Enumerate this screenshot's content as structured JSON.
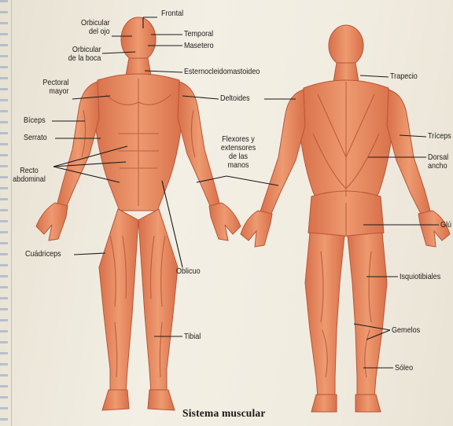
{
  "caption": "Sistema muscular",
  "labels": {
    "frontal": "Frontal",
    "orbicular_ojo": "Orbicular\ndel ojo",
    "temporal": "Temporal",
    "orbicular_boca": "Orbicular\nde la boca",
    "masetero": "Masetero",
    "esternocleidomastoideo": "Esternocleidomastoideo",
    "pectoral_mayor": "Pectoral\nmayor",
    "deltoides": "Deltoides",
    "biceps": "Bíceps",
    "serrato": "Serrato",
    "flexores": "Flexores y\nextensores\nde las\nmanos",
    "recto_abdominal": "Recto\nabdominal",
    "cuadriceps": "Cuádriceps",
    "oblicuo": "Oblicuo",
    "tibial": "Tibial",
    "trapecio": "Trapecio",
    "triceps": "Tríceps",
    "dorsal_ancho": "Dorsal\nancho",
    "gluteo": "Glú",
    "isquiotibiales": "Isquiotibiales",
    "gemelos": "Gemelos",
    "soleo": "Sóleo"
  },
  "colors": {
    "muscle": "#e58a5f",
    "muscle_dark": "#c8653f",
    "muscle_light": "#f2b08c",
    "leader_line": "#1a1a1a"
  }
}
